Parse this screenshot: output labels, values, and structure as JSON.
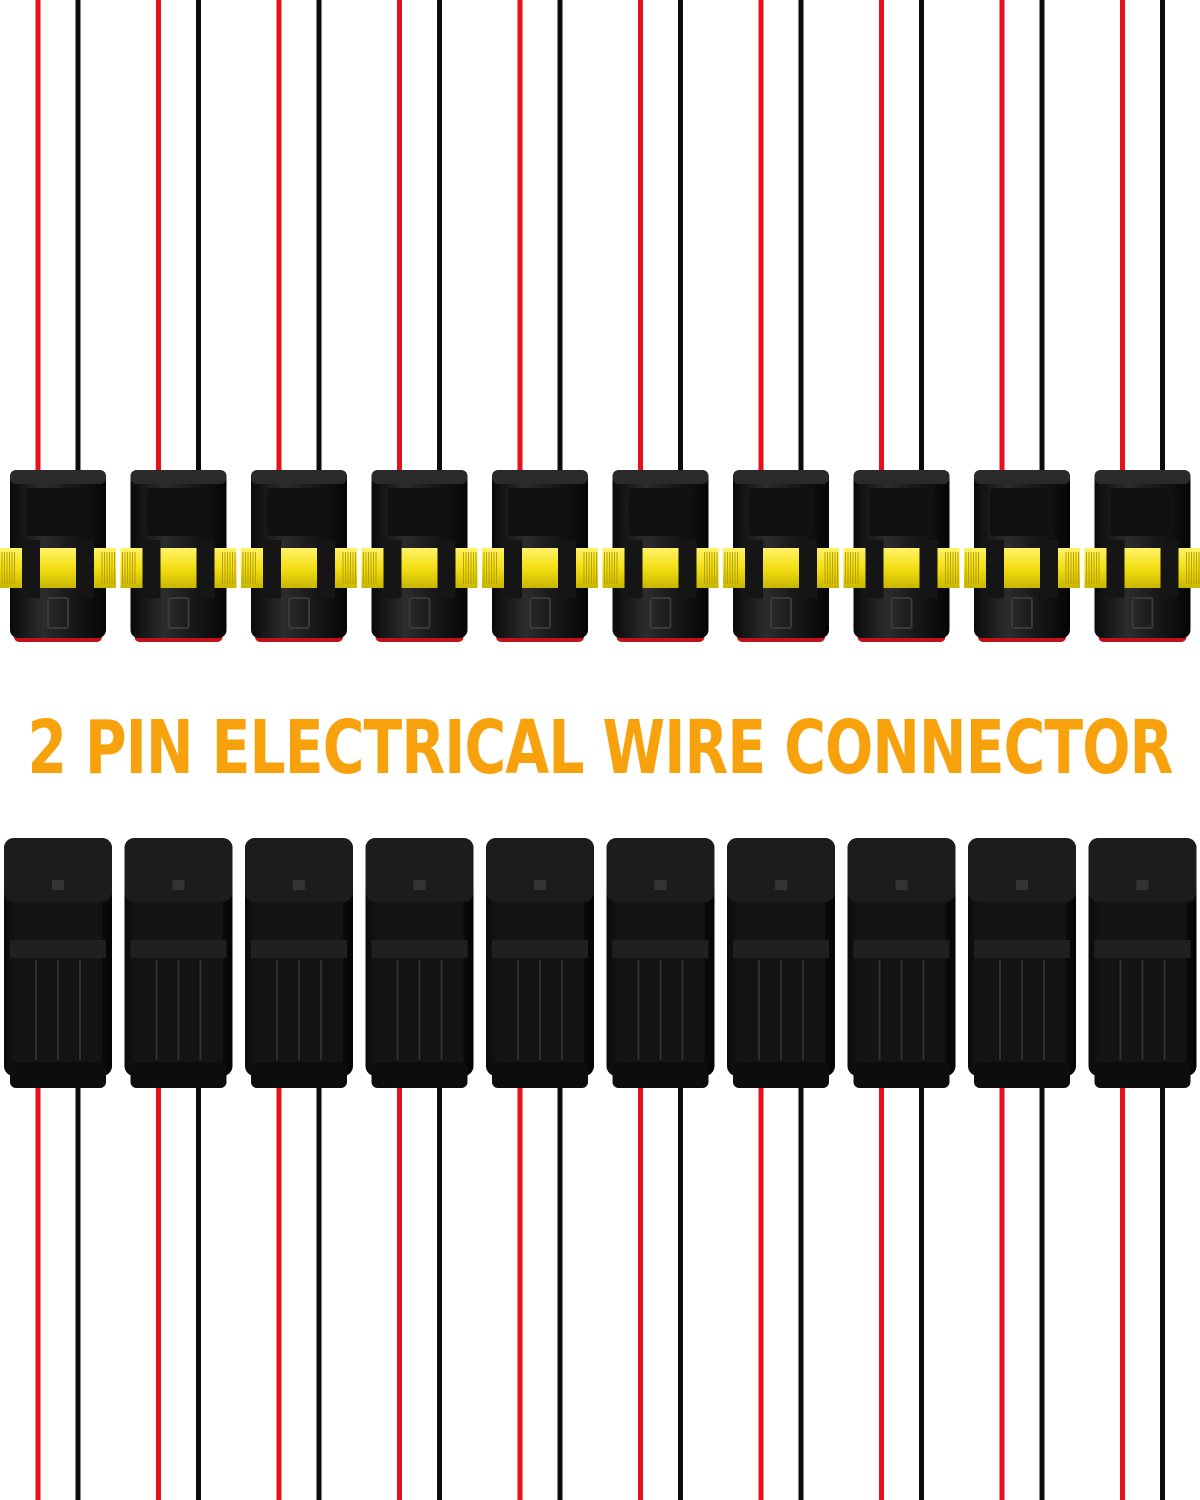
{
  "headline": {
    "text": "2 PIN ELECTRICAL WIRE CONNECTOR",
    "color": "#f7a20c"
  },
  "product": {
    "connector_pairs": 10,
    "pins_per_connector": 2,
    "wire_colors": {
      "positive": "#e8101a",
      "negative": "#0c0c0c"
    },
    "housing_color": "#1a1a1a",
    "seal_color": "#f5e61a"
  }
}
